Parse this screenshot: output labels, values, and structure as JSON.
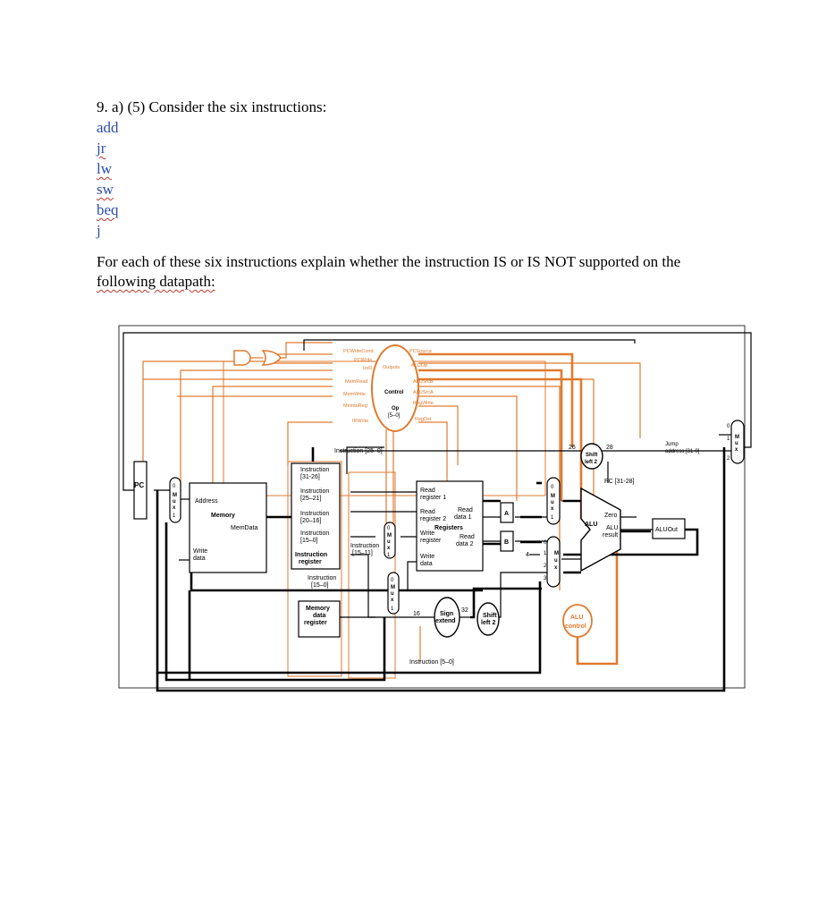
{
  "question": {
    "header": "9. a) (5) Consider the six instructions:",
    "instructions": [
      "add",
      "jr",
      "lw",
      "sw",
      "beq",
      "j"
    ],
    "prompt_line1": "For each of these six instructions explain whether the instruction IS or IS NOT supported on the",
    "prompt_line2": "following datapath:"
  },
  "colors": {
    "control": "#e07a2e",
    "wire": "#000000",
    "instr_text": "#2a4fa8"
  },
  "diagram": {
    "control_signals_left": [
      "PCWriteCond",
      "PCWrite",
      "IorD",
      "MemRead",
      "MemWrite",
      "MemtoReg",
      "IRWrite"
    ],
    "control_signals_right": [
      "PCSource",
      "ALUOp",
      "ALUSrcB",
      "ALUSrcA",
      "RegWrite",
      "RegDst"
    ],
    "control_outputs": "Outputs",
    "control_label": "Control",
    "op_label": "Op",
    "op_bits": "[5–0]",
    "instr_25_0": "Instruction [25–0]",
    "shift_top": "Shift",
    "shift_top2": "left 2",
    "num_26": "26",
    "num_28": "28",
    "jump_addr1": "Jump",
    "jump_addr2": "address [31-0]",
    "pc_31_28": "PC [31-28]",
    "pc": "PC",
    "address": "Address",
    "memory": "Memory",
    "memdata": "MemData",
    "write_data_mem1": "Write",
    "write_data_mem2": "data",
    "ir_instr_31_26a": "Instruction",
    "ir_instr_31_26b": "[31-26]",
    "ir_instr_25_21a": "Instruction",
    "ir_instr_25_21b": "[25–21]",
    "ir_instr_20_16a": "Instruction",
    "ir_instr_20_16b": "[20–16]",
    "ir_instr_15_0a": "Instruction",
    "ir_instr_15_0b": "[15–0]",
    "ir_label1": "Instruction",
    "ir_label2": "register",
    "instr_15_11a": "Instruction",
    "instr_15_11b": "[15–11]",
    "instr_15_0_mdr_a": "Instruction",
    "instr_15_0_mdr_b": "[15–0]",
    "mdr1": "Memory",
    "mdr2": "data",
    "mdr3": "register",
    "read_reg1a": "Read",
    "read_reg1b": "register 1",
    "read_reg2a": "Read",
    "read_reg2b": "register 2",
    "read_data1a": "Read",
    "read_data1b": "data 1",
    "registers": "Registers",
    "write_reg1": "Write",
    "write_reg2": "register",
    "read_data2a": "Read",
    "read_data2b": "data 2",
    "write_data1": "Write",
    "write_data2": "data",
    "reg_a": "A",
    "reg_b": "B",
    "num_4": "4",
    "zero": "Zero",
    "alu": "ALU",
    "alu_result1": "ALU",
    "alu_result2": "result",
    "aluout": "ALUOut",
    "alu_control1": "ALU",
    "alu_control2": "control",
    "sign1": "Sign",
    "sign2": "extend",
    "num_16": "16",
    "num_32": "32",
    "shift2a": "Shift",
    "shift2b": "left 2",
    "instr_5_0": "Instruction [5–0]",
    "mux_letters": [
      "M",
      "u",
      "x"
    ],
    "mux_0": "0",
    "mux_1": "1",
    "mux_2": "2",
    "mux_3": "3"
  }
}
